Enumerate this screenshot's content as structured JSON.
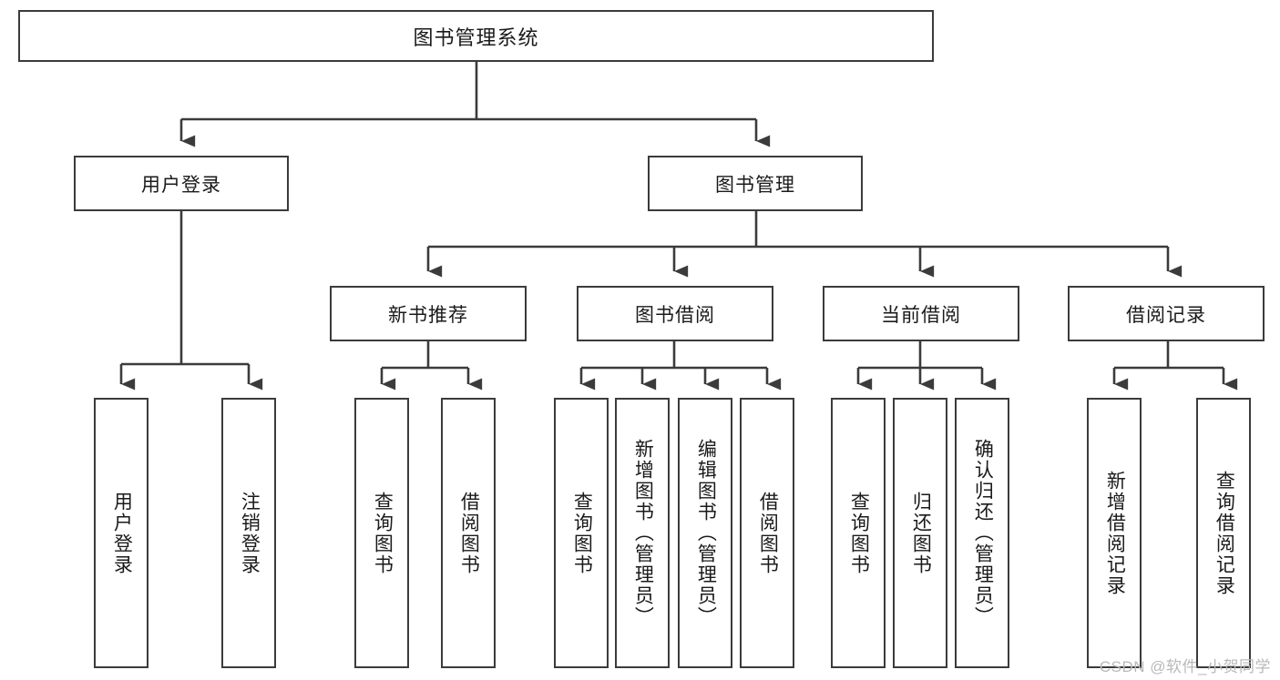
{
  "diagram": {
    "type": "tree",
    "title": "图书管理系统",
    "orientation": "top-down",
    "colors": {
      "background": "#ffffff",
      "box_border": "#3b3b3b",
      "box_fill": "#ffffff",
      "text": "#1a1a1a",
      "edge": "#3b3b3b",
      "watermark": "#b9b9b9"
    }
  },
  "nodes": {
    "root": {
      "label": "图书管理系统"
    },
    "level2": [
      {
        "label": "用户登录"
      },
      {
        "label": "图书管理"
      }
    ],
    "level3": [
      {
        "label": "新书推荐"
      },
      {
        "label": "图书借阅"
      },
      {
        "label": "当前借阅"
      },
      {
        "label": "借阅记录"
      }
    ],
    "leaves_user_login": [
      {
        "label": "用户登录"
      },
      {
        "label": "注销登录"
      }
    ],
    "leaves_new_book": [
      {
        "label": "查询图书"
      },
      {
        "label": "借阅图书"
      }
    ],
    "leaves_borrow": [
      {
        "label": "查询图书"
      },
      {
        "label": "新增图书（管理员）"
      },
      {
        "label": "编辑图书（管理员）"
      },
      {
        "label": "借阅图书"
      }
    ],
    "leaves_current": [
      {
        "label": "查询图书"
      },
      {
        "label": "归还图书"
      },
      {
        "label": "确认归还（管理员）"
      }
    ],
    "leaves_records": [
      {
        "label": "新增借阅记录"
      },
      {
        "label": "查询借阅记录"
      }
    ]
  },
  "watermark": {
    "text": "CSDN @软件_小贺同学"
  }
}
